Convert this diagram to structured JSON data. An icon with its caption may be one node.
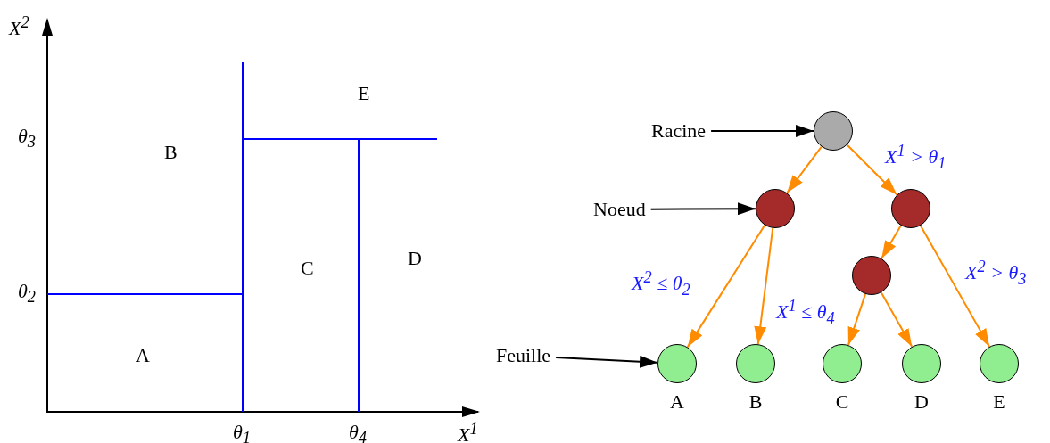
{
  "diagram": {
    "nodes": [
      {
        "text": [
          "Racine"
        ]
      },
      {
        "text": [],
        "shape": "circle"
      },
      {
        "text": [
          "Noeud"
        ]
      },
      {
        "text": [],
        "shape": "circle"
      },
      {
        "text": [],
        "shape": "circle"
      },
      {
        "text": [],
        "shape": "circle"
      },
      {
        "text": [
          "Feuille"
        ]
      },
      {
        "text": [],
        "shape": "circle",
        "beside": [
          "A"
        ]
      },
      {
        "text": [],
        "shape": "circle",
        "beside": [
          "B"
        ]
      },
      {
        "text": [],
        "shape": "circle",
        "beside": [
          "C"
        ]
      },
      {
        "text": [],
        "shape": "circle",
        "beside": [
          "D"
        ]
      },
      {
        "text": [],
        "shape": "circle",
        "beside": [
          "E"
        ]
      }
    ],
    "edges": [
      {
        "from": 0,
        "to": 1,
        "arrow": "to",
        "color": "#000000"
      },
      {
        "from": 2,
        "to": 3,
        "arrow": "to",
        "color": "#000000"
      },
      {
        "from": 6,
        "to": 7,
        "arrow": "to",
        "color": "#000000"
      },
      {
        "from": 1,
        "to": 3,
        "arrow": "to"
      },
      {
        "from": 1,
        "to": 4,
        "arrow": "to",
        "label": "X$^{1}$ > θ$_{1}$"
      },
      {
        "from": 3,
        "to": 7,
        "arrow": "to",
        "label": "X$^{2}$ ≤ θ$_{2}$"
      },
      {
        "from": 3,
        "to": 8,
        "arrow": "to"
      },
      {
        "from": 4,
        "to": 5,
        "arrow": "to"
      },
      {
        "from": 4,
        "to": 11,
        "arrow": "to",
        "label": "X$^{2}$ > θ$_{3}$"
      },
      {
        "from": 5,
        "to": 9,
        "arrow": "to",
        "label": "X$^{1}$ ≤ θ$_{4}$"
      },
      {
        "from": 5,
        "to": 10,
        "arrow": "to"
      }
    ],
    "labels": [
      "X$^{2}$",
      "E",
      "θ$_{3}$",
      "B",
      "C",
      "D",
      "θ$_{2}$",
      "A",
      "θ$_{1}$",
      "θ$_{4}$",
      "X$^{1}$"
    ]
  }
}
